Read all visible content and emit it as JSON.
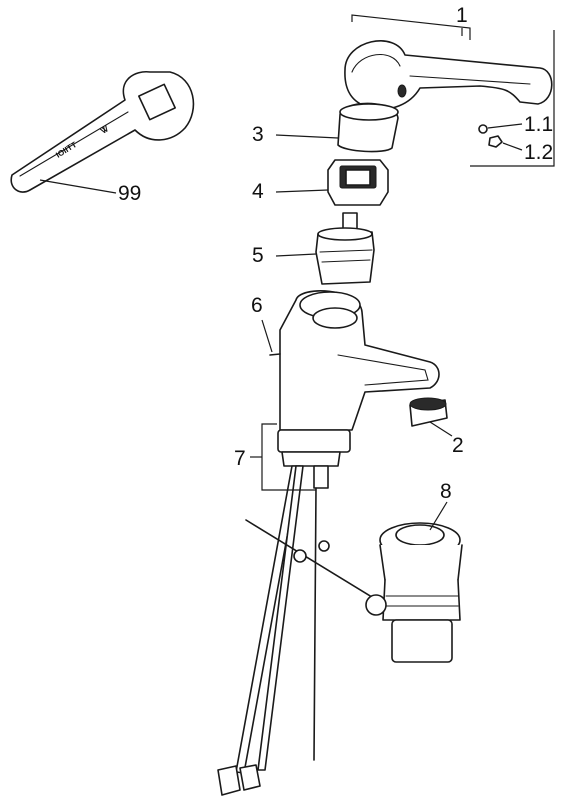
{
  "callouts": [
    {
      "id": "1",
      "label": "1"
    },
    {
      "id": "1-1",
      "label": "1.1"
    },
    {
      "id": "1-2",
      "label": "1.2"
    },
    {
      "id": "2",
      "label": "2"
    },
    {
      "id": "3",
      "label": "3"
    },
    {
      "id": "4",
      "label": "4"
    },
    {
      "id": "5",
      "label": "5"
    },
    {
      "id": "6",
      "label": "6"
    },
    {
      "id": "7",
      "label": "7"
    },
    {
      "id": "8",
      "label": "8"
    },
    {
      "id": "99",
      "label": "99"
    }
  ],
  "tool_marking": "IOIITT",
  "tool_size_mark": "Ꮤ",
  "colors": {
    "line": "#1a1a1a",
    "background": "#ffffff"
  }
}
